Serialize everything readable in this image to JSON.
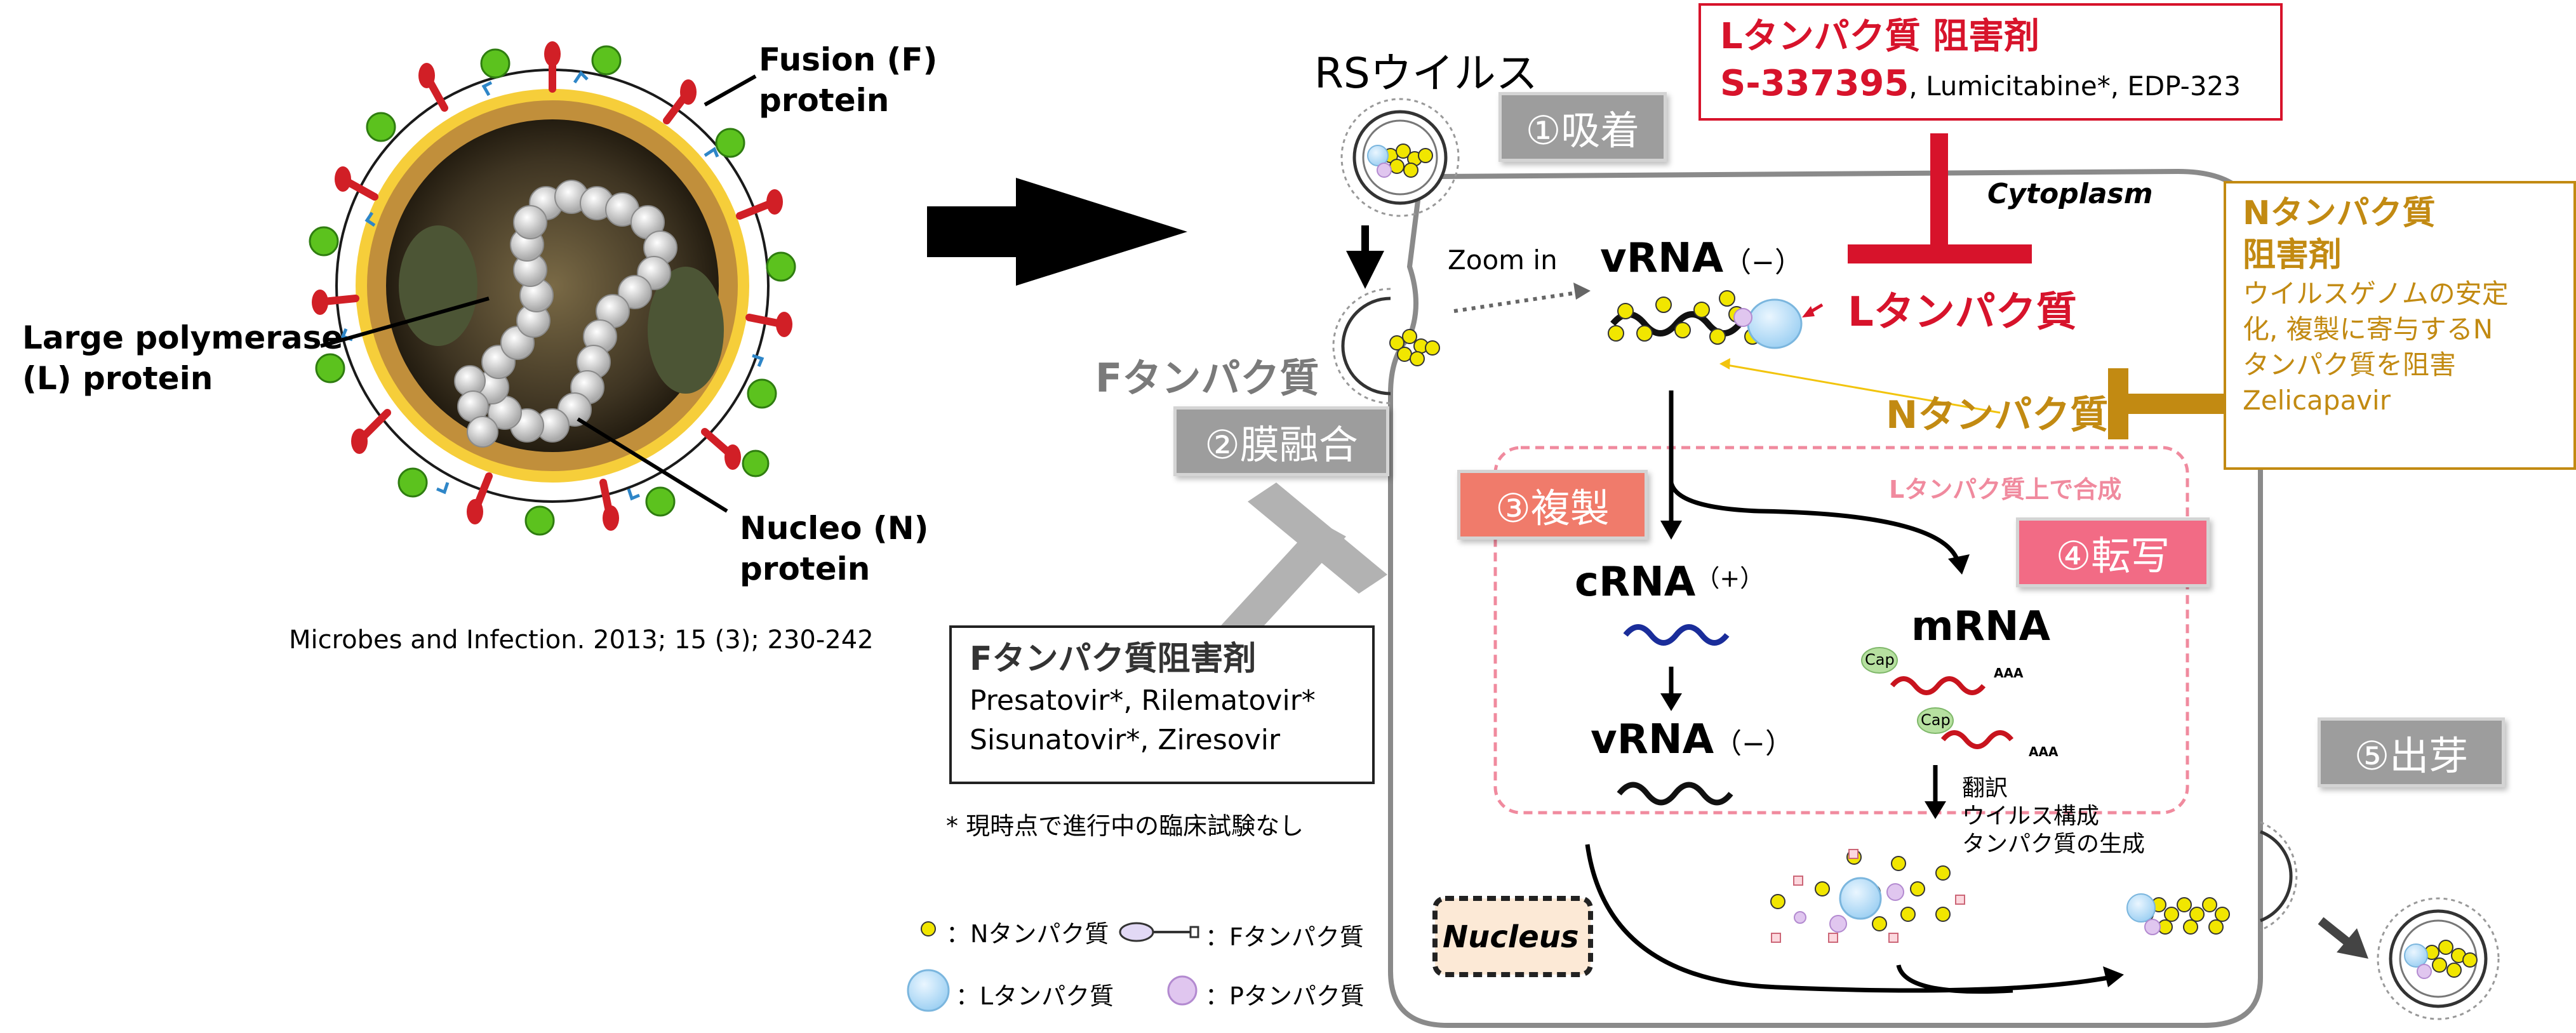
{
  "virion": {
    "fusion": "Fusion (F)\nprotein",
    "large": "Large polymerase\n(L) protein",
    "nucleo": "Nucleo (N)\nprotein",
    "citation": "Microbes and Infection. 2013; 15 (3); 230-242"
  },
  "cycle": {
    "rsv_title": "RSウイルス",
    "steps": [
      "①吸着",
      "②膜融合",
      "③複製",
      "④転写",
      "⑤出芽"
    ],
    "f_protein": "Fタンパク質",
    "zoom_in": "Zoom in",
    "cytoplasm": "Cytoplasm",
    "nucleus": "Nucleus",
    "vrna": "vRNA",
    "neg": "（−）",
    "pos": "（+）",
    "crna": "cRNA",
    "mrna": "mRNA",
    "cap": "Cap",
    "aaa": "AAA",
    "l_protein": "Lタンパク質",
    "n_protein": "Nタンパク質",
    "synth_label": "Lタンパク質上で合成",
    "translation": "翻訳\nウイルス構成\nタンパク質の生成"
  },
  "l_inhibitor": {
    "title": "Lタンパク質 阻害剤",
    "main_drug": "S-337395",
    "other_drugs": ", Lumicitabine*, EDP-323"
  },
  "n_inhibitor": {
    "title": "Nタンパク質\n阻害剤",
    "desc": "ウイルスゲノムの安定\n化, 複製に寄与するN\nタンパク質を阻害\nZelicapavir"
  },
  "f_inhibitor": {
    "title": "Fタンパク質阻害剤",
    "drugs": "Presatovir*, Rilematovir*\nSisunatovir*, Ziresovir"
  },
  "footnote": "* 現時点で進行中の臨床試験なし",
  "legend": {
    "n": "：Nタンパク質",
    "f": "：Fタンパク質",
    "l": "：Lタンパク質",
    "p": "：Pタンパク質"
  },
  "colors": {
    "l_red": "#d7132b",
    "n_gold": "#c28a12",
    "step_gray": "#9d9d9d",
    "step_coral": "#f07b6b",
    "step_pink": "#f26b85",
    "crna_blue": "#1a2d9a",
    "mrna_red": "#c8141e"
  }
}
